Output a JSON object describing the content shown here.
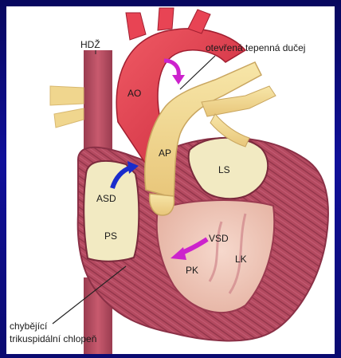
{
  "labels": {
    "hdz": "HDŽ",
    "ductus": "otevřená tepenná dučej",
    "ao": "AO",
    "ap": "AP",
    "ls": "LS",
    "asd": "ASD",
    "ps": "PS",
    "vsd": "VSD",
    "pk": "PK",
    "lk": "LK",
    "valve_line1": "chybějící",
    "valve_line2": "trikuspidální chlopeň"
  },
  "colors": {
    "frame": "#0c0c7a",
    "aorta": "#e0394a",
    "pulmonary": "#f2d98a",
    "muscle": "#b0485c",
    "chamber": "#f4ecc8",
    "arrow_magenta": "#cc22cc",
    "arrow_blue": "#1a2ccc"
  },
  "icons": [
    "arrow-magenta",
    "arrow-blue"
  ]
}
